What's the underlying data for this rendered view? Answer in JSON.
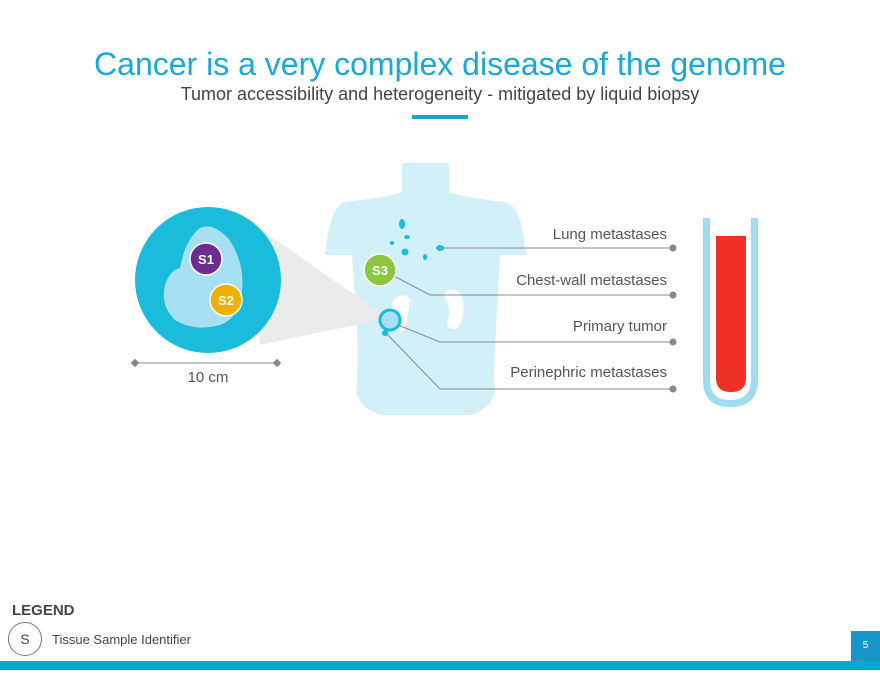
{
  "header": {
    "title": "Cancer is a very complex disease of the genome",
    "subtitle": "Tumor accessibility and heterogeneity - mitigated by liquid biopsy"
  },
  "diagram": {
    "samples": [
      {
        "id": "S1",
        "color": "#6b2d91"
      },
      {
        "id": "S2",
        "color": "#f0b000"
      },
      {
        "id": "S3",
        "color": "#8dc63f"
      }
    ],
    "scale_label": "10 cm",
    "labels": [
      "Lung metastases",
      "Chest-wall metastases",
      "Primary tumor",
      "Perinephric metastases"
    ],
    "colors": {
      "tumor": "#1bbbdc",
      "body": "#d2f0f7",
      "blood": "#ee3124"
    }
  },
  "legend": {
    "title": "LEGEND",
    "symbol": "S",
    "text": "Tissue Sample Identifier"
  },
  "footer": {
    "page_number": "5"
  }
}
